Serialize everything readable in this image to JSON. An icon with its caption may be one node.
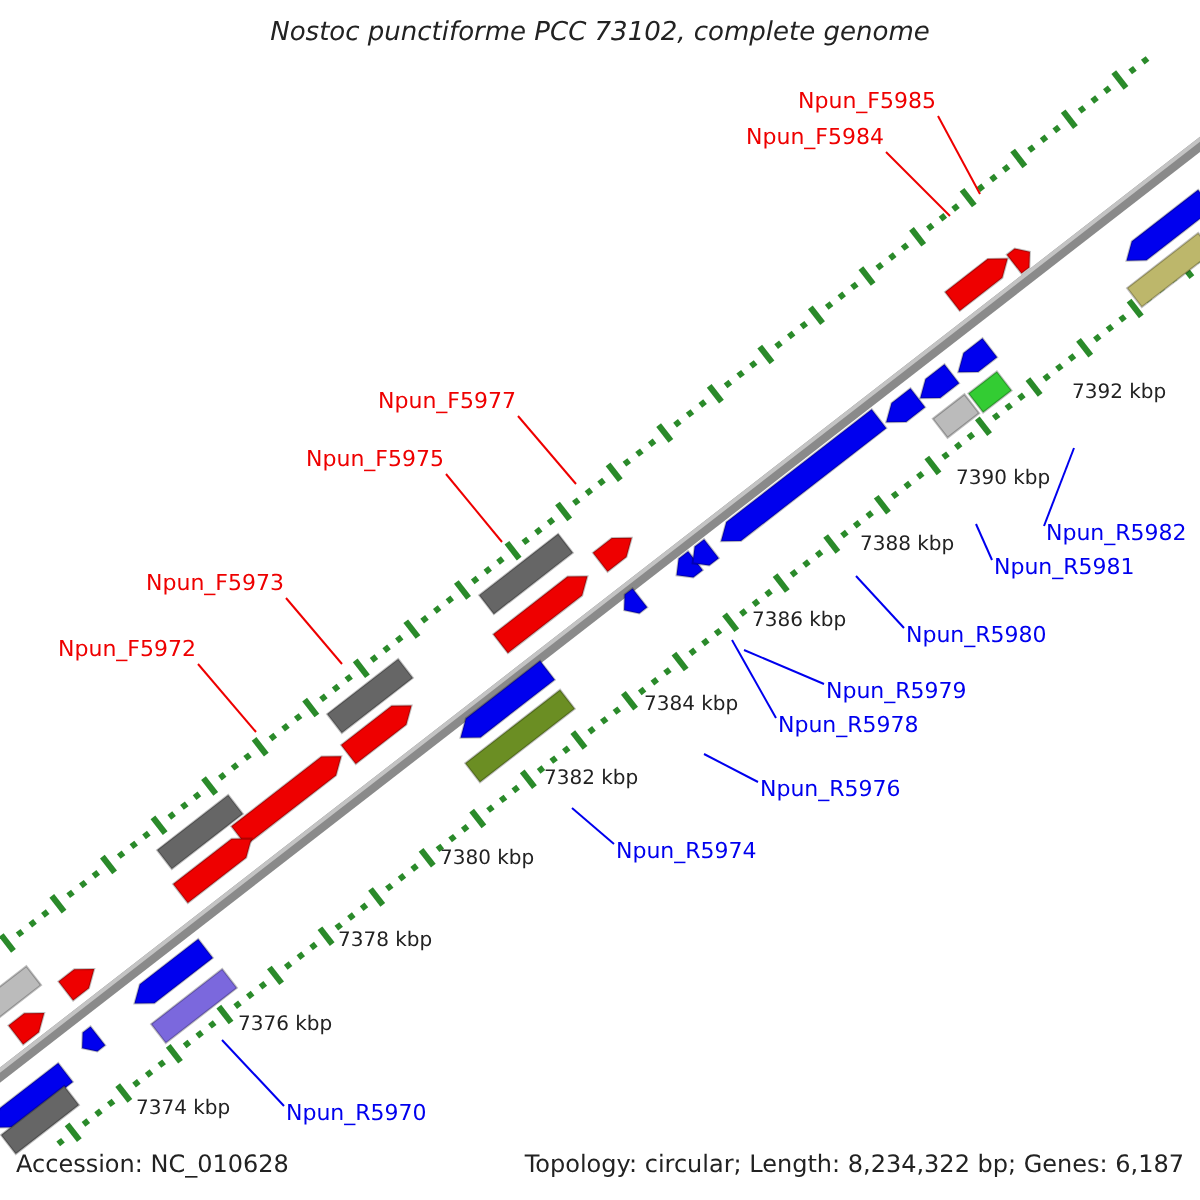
{
  "diagram": {
    "title": "Nostoc punctiforme PCC 73102, complete genome",
    "nodes": [
      {
        "text": [
          "Npun_F5985"
        ]
      },
      {
        "text": [
          "Npun_F5984"
        ]
      },
      {
        "text": [
          "Npun_F5977"
        ]
      },
      {
        "text": [
          "Npun_F5975"
        ]
      },
      {
        "text": [
          "Npun_R5982"
        ]
      },
      {
        "text": [
          "Npun_R5981"
        ]
      },
      {
        "text": [
          "Npun_F5973"
        ]
      },
      {
        "text": [
          "Npun_R5980"
        ]
      },
      {
        "text": [
          "Npun_F5972"
        ]
      },
      {
        "text": [
          "Npun_R5979"
        ]
      },
      {
        "text": [
          "Npun_R5978"
        ]
      },
      {
        "text": [
          "Npun_R5976"
        ]
      },
      {
        "text": [
          "Npun_R5974"
        ]
      },
      {
        "text": [
          "Npun_R5970"
        ]
      }
    ],
    "edges": [
      {
        "from": 0,
        "to": null,
        "arrow": "none",
        "color": "#ee0000"
      },
      {
        "from": 1,
        "to": null,
        "arrow": "none",
        "color": "#ee0000"
      },
      {
        "from": 2,
        "to": null,
        "arrow": "none",
        "color": "#ee0000"
      },
      {
        "from": 3,
        "to": null,
        "arrow": "none",
        "color": "#ee0000"
      },
      {
        "from": 4,
        "to": null,
        "arrow": "none"
      },
      {
        "from": 5,
        "to": null,
        "arrow": "none"
      },
      {
        "from": 6,
        "to": null,
        "arrow": "none",
        "color": "#ee0000"
      },
      {
        "from": 7,
        "to": null,
        "arrow": "none"
      },
      {
        "from": 8,
        "to": null,
        "arrow": "none",
        "color": "#ee0000"
      },
      {
        "from": 9,
        "to": null,
        "arrow": "none"
      },
      {
        "from": 10,
        "to": null,
        "arrow": "none"
      },
      {
        "from": 11,
        "to": null,
        "arrow": "none"
      },
      {
        "from": 12,
        "to": null,
        "arrow": "none"
      },
      {
        "from": 13,
        "to": null,
        "arrow": "none"
      }
    ],
    "labels": [
      "7392 kbp",
      "7390 kbp",
      "7388 kbp",
      "7386 kbp",
      "7384 kbp",
      "7382 kbp",
      "7380 kbp",
      "7378 kbp",
      "7376 kbp",
      "7374 kbp",
      "Accession: NC_010628",
      "Topology: circular; Length: 8,234,322 bp; Genes: 6,187"
    ]
  }
}
